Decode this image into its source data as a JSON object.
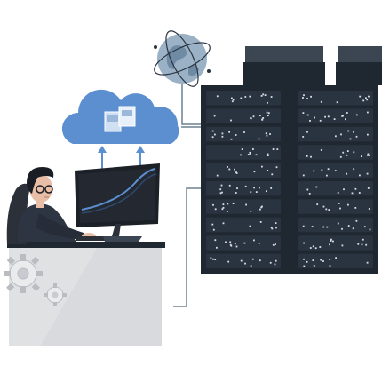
{
  "illustration": {
    "subject": "person-at-computer-uploading-to-cloud-connected-to-server-racks",
    "rack_count": 2,
    "rack_rows_per_rack": 10,
    "palette": {
      "rack_dark": "#2a3440",
      "rack_frame": "#1f2831",
      "rack_cap": "#3b4652",
      "cloud": "#5b8fd0",
      "cloud_light": "#cfe0f3",
      "globe": "#9bb1c6",
      "desk_gray": "#c8cbcf",
      "desk_light": "#e6e8ea",
      "line": "#6c8090",
      "monitor": "#1c2027",
      "shirt": "#2d3442",
      "skin": "#e9bea6",
      "hair": "#1a1d24",
      "chair": "#2b3039"
    }
  }
}
